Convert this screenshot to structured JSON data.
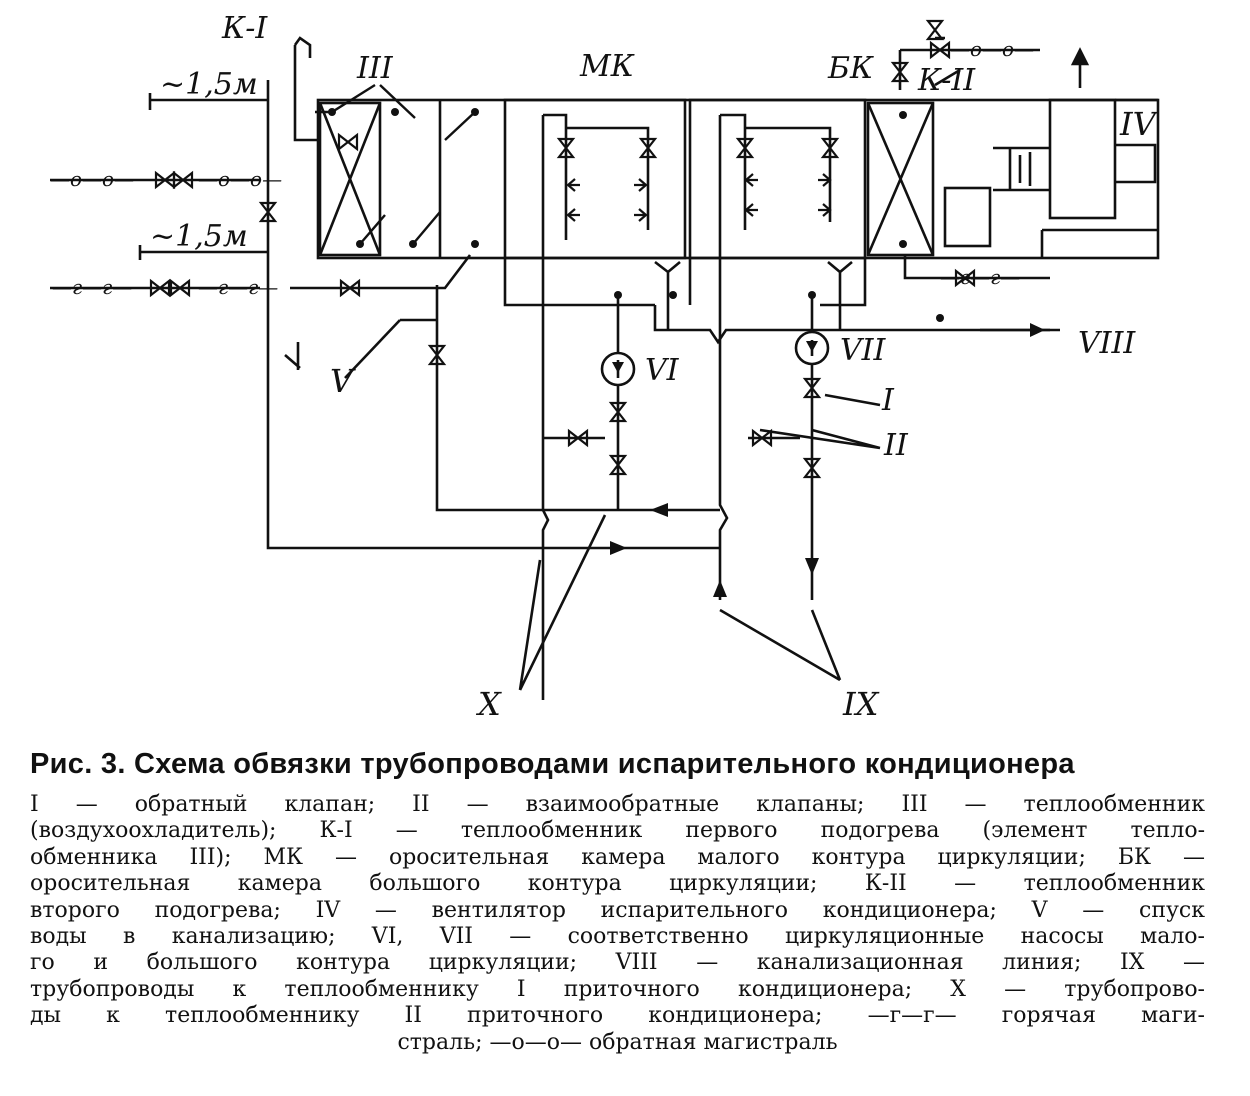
{
  "diagram": {
    "labels": {
      "k1": "К-I",
      "dist_top": "~1,5м",
      "dist_bottom": "~1,5м",
      "iii": "III",
      "mk": "МК",
      "bk": "БК",
      "k2": "К-II",
      "iv": "IV",
      "v": "V",
      "vi": "VI",
      "vii": "VII",
      "viii": "VIII",
      "i": "I",
      "ii": "II",
      "ix": "IX",
      "x": "X",
      "line_o": "—о—о—",
      "line_g": "—г—г—"
    }
  },
  "caption": {
    "title": "Рис. 3. Схема обвязки трубопроводами испарительного кондиционера",
    "lines": [
      "I — обратный клапан; II — взаимообратные клапаны; III — теплообменник",
      "(воздухоохладитель); К-I — теплообменник первого подогрева (элемент тепло-",
      "обменника III); МК — оросительная камера малого контура циркуляции; БК —",
      "оросительная камера большого контура циркуляции; К-II — теплообменник",
      "второго подогрева; IV — вентилятор испарительного кондиционера; V — спуск",
      "воды в канализацию; VI, VII — соответственно циркуляционные насосы мало-",
      "го и большого контура циркуляции; VIII — канализационная линия; IX —",
      "трубопроводы к теплообменнику I приточного кондиционера; X — трубопрово-",
      "ды к теплообменнику II приточного кондиционера; —г—г— горячая маги-",
      "страль; —о—о— обратная магистраль"
    ]
  }
}
